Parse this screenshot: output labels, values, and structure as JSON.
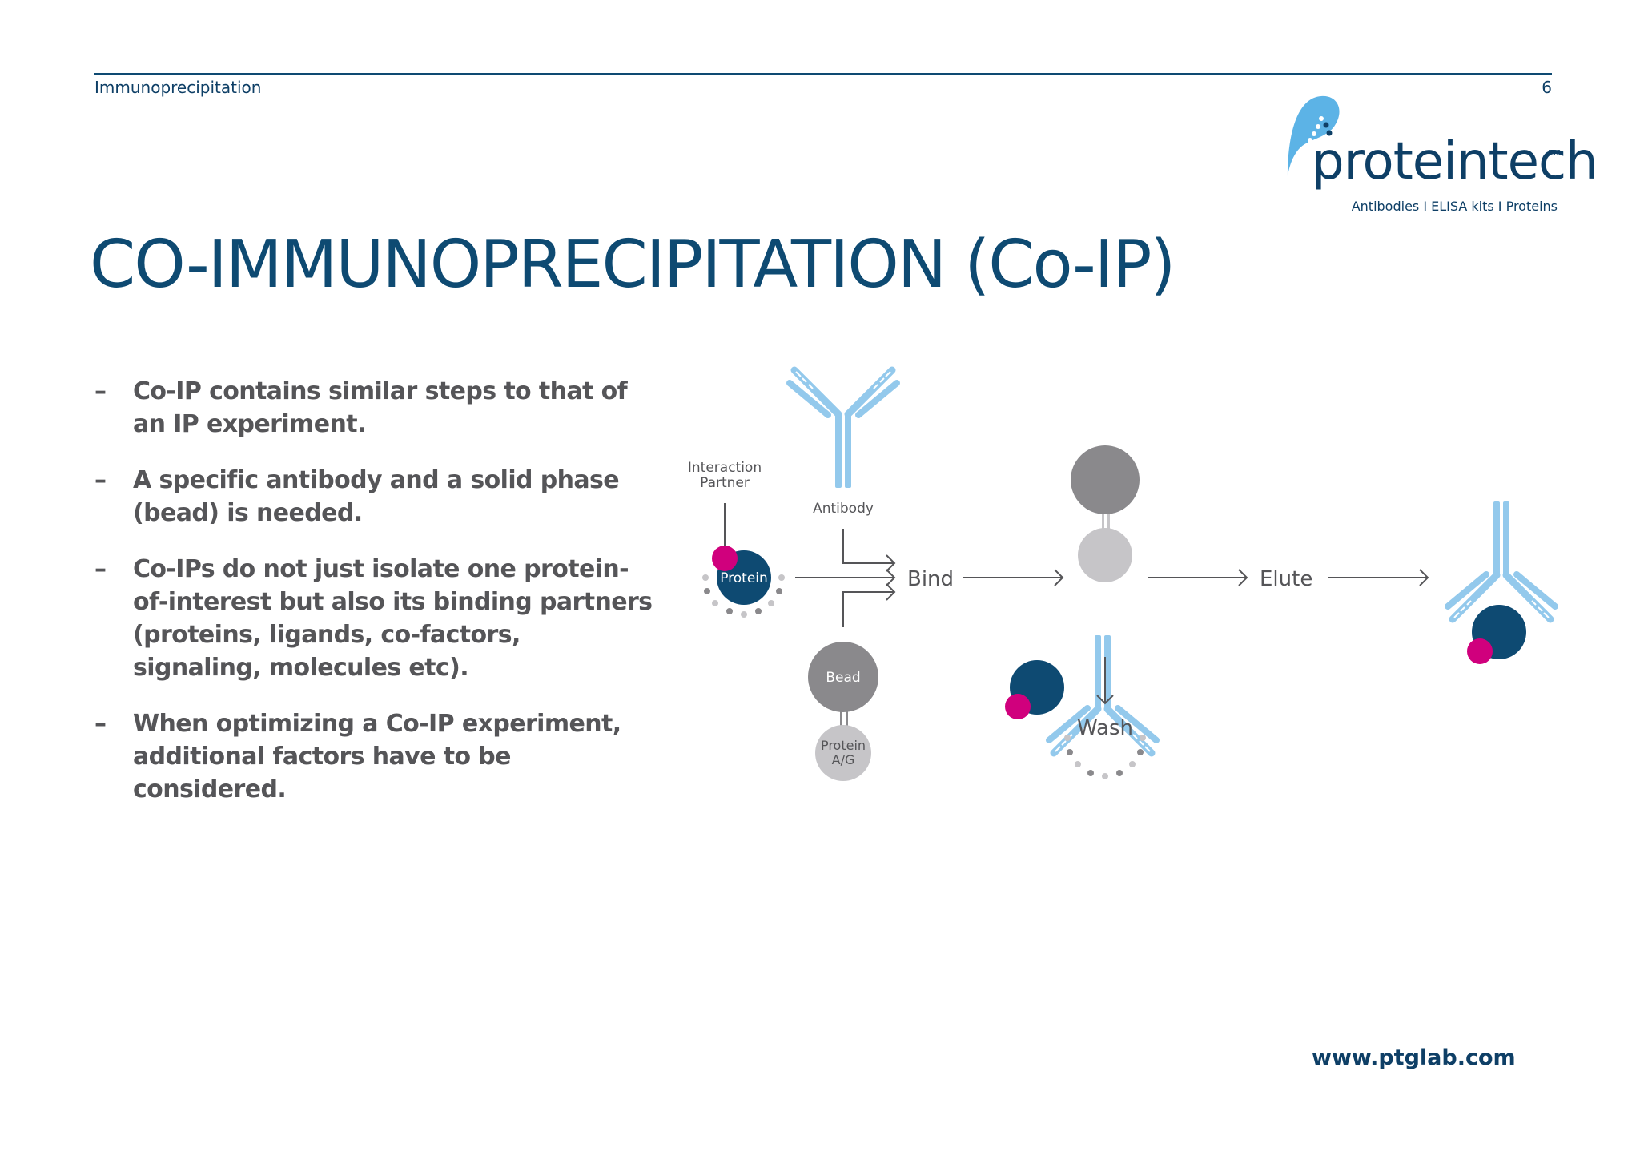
{
  "header": {
    "section": "Immunoprecipitation",
    "page_number": "6"
  },
  "logo": {
    "wordmark": "proteintech",
    "trademark": "TM",
    "tagline": "Antibodies  I  ELISA kits  I  Proteins"
  },
  "title": "CO-IMMUNOPRECIPITATION (Co-IP)",
  "bullets": [
    {
      "dash": "–",
      "text": "Co-IP contains similar steps to that of an IP experiment."
    },
    {
      "dash": "–",
      "text": "A specific antibody and a solid phase (bead) is needed."
    },
    {
      "dash": "–",
      "text": "Co-IPs do not just isolate one protein-of-interest but also its binding partners (proteins, ligands, co-factors, signaling, molecules etc)."
    },
    {
      "dash": "–",
      "text": "When optimizing a Co-IP experiment, additional factors have to be considered."
    }
  ],
  "diagram": {
    "interaction_partner_label_1": "Interaction",
    "interaction_partner_label_2": "Partner",
    "protein_label": "Protein",
    "antibody_label": "Antibody",
    "bead_label": "Bead",
    "protein_ag_label_1": "Protein",
    "protein_ag_label_2": "A/G",
    "bind_label": "Bind",
    "wash_label": "Wash",
    "elute_label": "Elute"
  },
  "colors": {
    "navy": "#0e4a72",
    "antibody_blue": "#93c9ec",
    "magenta": "#d0007d",
    "bead_gray": "#8a898c",
    "light_gray": "#c6c5c8",
    "text_gray": "#555558"
  },
  "footer": {
    "website": "www.ptglab.com"
  }
}
